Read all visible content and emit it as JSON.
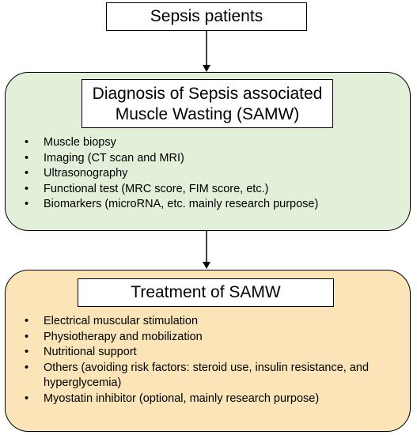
{
  "top_box": {
    "label": "Sepsis patients"
  },
  "diagnosis": {
    "title_line1": "Diagnosis of Sepsis associated",
    "title_line2": "Muscle Wasting (SAMW)",
    "items": [
      "Muscle biopsy",
      "Imaging (CT scan and MRI)",
      "Ultrasonography",
      "Functional test (MRC score, FIM score, etc.)",
      "Biomarkers (microRNA, etc. mainly research purpose)"
    ]
  },
  "treatment": {
    "title": "Treatment of SAMW",
    "items": [
      "Electrical muscular stimulation",
      "Physiotherapy and mobilization",
      "Nutritional support",
      "Others (avoiding risk factors: steroid use, insulin resistance, and hyperglycemia)",
      "Myostatin inhibitor (optional, mainly research purpose)"
    ]
  },
  "bullet_char": "•",
  "colors": {
    "diagnosis_fill": "#e2f0d9",
    "treatment_fill": "#fbe5b8",
    "outline": "#000000"
  }
}
